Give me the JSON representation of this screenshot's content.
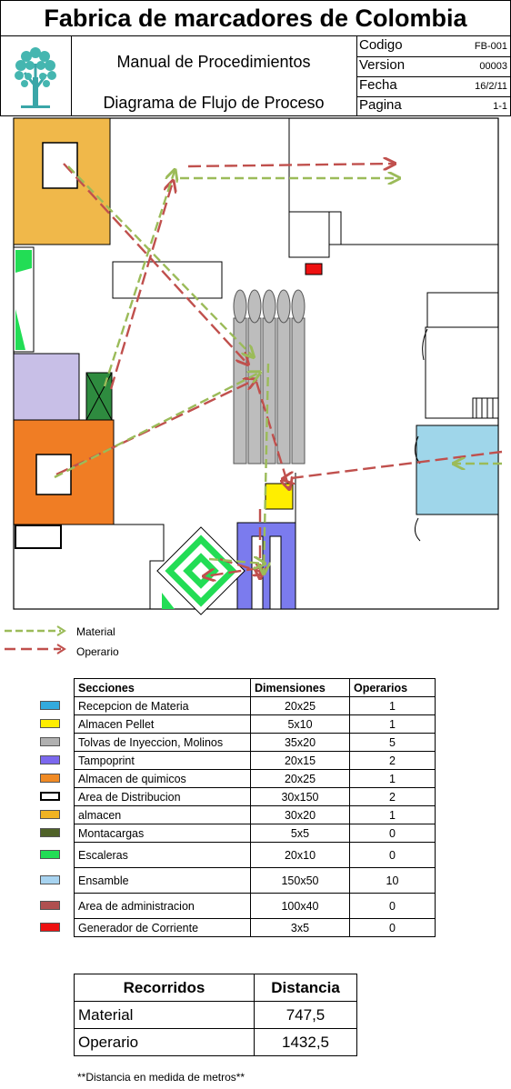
{
  "title": "Fabrica de marcadores de Colombia",
  "header": {
    "subtitle1": "Manual de Procedimientos",
    "subtitle2": "Diagrama de Flujo de Proceso",
    "meta": [
      {
        "key": "Codigo",
        "value": "FB-001"
      },
      {
        "key": "Version",
        "value": "00003"
      },
      {
        "key": "Fecha",
        "value": "16/2/11"
      },
      {
        "key": "Pagina",
        "value": "1-1"
      }
    ]
  },
  "legend": {
    "material": "Material",
    "operario": "Operario",
    "material_color": "#9bbb59",
    "operario_color": "#c0504d"
  },
  "sections_table": {
    "headers": [
      "Secciones",
      "Dimensiones",
      "Operarios"
    ],
    "rows": [
      {
        "name": "Recepcion de Materia",
        "dim": "20x25",
        "ops": "1",
        "color": "#33aadd"
      },
      {
        "name": "Almacen Pellet",
        "dim": "5x10",
        "ops": "1",
        "color": "#ffee00"
      },
      {
        "name": "Tolvas de Inyeccion, Molinos",
        "dim": "35x20",
        "ops": "5",
        "color": "#b0b0b0"
      },
      {
        "name": "Tampoprint",
        "dim": "20x15",
        "ops": "2",
        "color": "#7b68ee"
      },
      {
        "name": "Almacen  de quimicos",
        "dim": "20x25",
        "ops": "1",
        "color": "#f08a24"
      },
      {
        "name": "Area de Distribucion",
        "dim": "30x150",
        "ops": "2",
        "color": "#ffffff"
      },
      {
        "name": "almacen",
        "dim": "30x20",
        "ops": "1",
        "color": "#f0b322"
      },
      {
        "name": "Montacargas",
        "dim": "5x5",
        "ops": "0",
        "color": "#4f6228"
      },
      {
        "name": "Escaleras",
        "dim": "20x10",
        "ops": "0",
        "color": "#22dd55"
      },
      {
        "name": "Ensamble",
        "dim": "150x50",
        "ops": "10",
        "color": "#a7d3f0"
      },
      {
        "name": "Area de administracion",
        "dim": "100x40",
        "ops": "0",
        "color": "#b05050"
      },
      {
        "name": "Generador de Corriente",
        "dim": "3x5",
        "ops": "0",
        "color": "#ee1111"
      }
    ]
  },
  "routes_table": {
    "headers": [
      "Recorridos",
      "Distancia"
    ],
    "rows": [
      {
        "name": "Material",
        "dist": "747,5"
      },
      {
        "name": "Operario",
        "dist": "1432,5"
      }
    ]
  },
  "note": "**Distancia en medida de metros**"
}
